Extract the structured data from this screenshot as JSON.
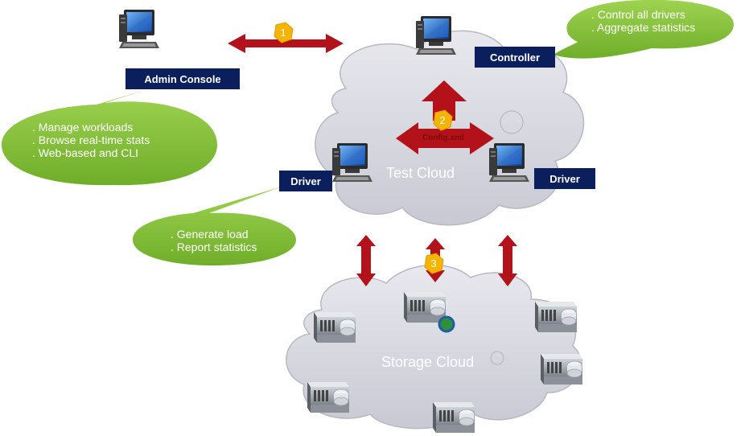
{
  "labels": {
    "admin_console": "Admin Console",
    "controller": "Controller",
    "driver_left": "Driver",
    "driver_right": "Driver"
  },
  "clouds": {
    "test": "Test Cloud",
    "storage": "Storage Cloud"
  },
  "steps": {
    "one": "1",
    "two": "2",
    "three": "3"
  },
  "config_label": "Config.xml",
  "bubbles": {
    "controller": [
      ". Control all drivers",
      ". Aggregate statistics"
    ],
    "admin": [
      ". Manage workloads",
      ". Browse real-time stats",
      ". Web-based and CLI"
    ],
    "driver": [
      ". Generate load",
      ". Report statistics"
    ]
  },
  "colors": {
    "arrow": "#b3121b",
    "bubble": "#8cc63f",
    "label_bg": "#0a1f5c",
    "cloud": "#d6d6e0",
    "step_badge": "#f5b400"
  },
  "icons": {
    "workstation": "desktop-computer-icon",
    "server": "server-icon"
  }
}
